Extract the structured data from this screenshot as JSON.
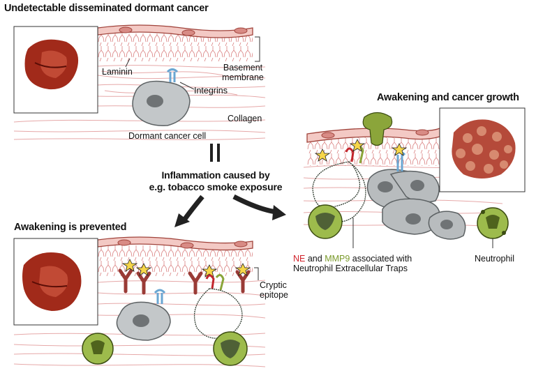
{
  "titles": {
    "dormant": "Undetectable disseminated dormant cancer",
    "awakening": "Awakening and cancer growth",
    "prevented": "Awakening is prevented"
  },
  "labels": {
    "laminin": "Laminin",
    "basement_1": "Basement",
    "basement_2": "membrane",
    "integrins": "Integrins",
    "collagen": "Collagen",
    "dormant_cell": "Dormant cancer cell",
    "inflammation_1": "Inflammation caused by",
    "inflammation_2": "e.g. tobacco smoke exposure",
    "cryptic_1": "Cryptic",
    "cryptic_2": "epitope",
    "ne": "NE",
    "and": " and ",
    "mmp9": "MMP9",
    "assoc_1": " associated with",
    "assoc_2": "Neutrophil Extracellular Traps",
    "neutrophil": "Neutrophil"
  },
  "colors": {
    "ne_red": "#d0212a",
    "mmp9_green": "#7a9a2a",
    "tumor_gray": "#b8bcbe",
    "neutrophil_green": "#9dbb4c",
    "collagen_pink": "#e6a8a8"
  }
}
